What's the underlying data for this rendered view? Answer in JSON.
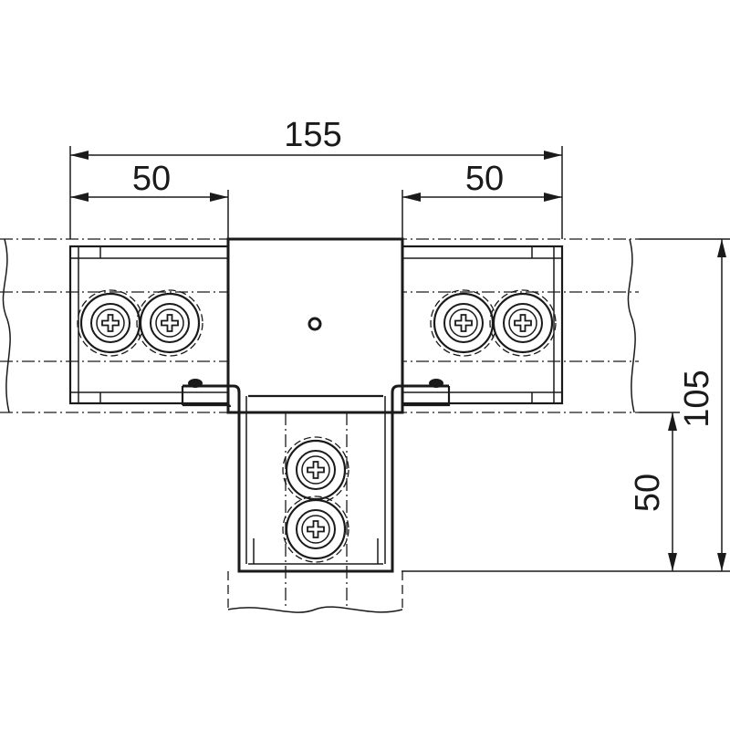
{
  "colors": {
    "line": "#1a1a1a",
    "background": "#ffffff"
  },
  "dimensions": {
    "overall_width": "155",
    "left_width": "50",
    "right_width": "50",
    "overall_height": "105",
    "branch_height": "50"
  }
}
